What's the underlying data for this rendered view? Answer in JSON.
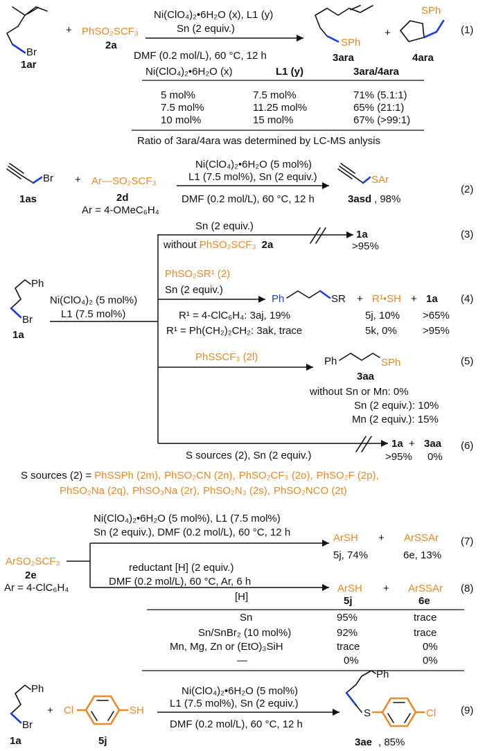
{
  "eq1": {
    "reactant1": "1ar",
    "reagent": "PhSO₂SCF₃",
    "reagent_label": "2a",
    "cond1": "Ni(ClO₄)₂•6H₂O (x), L1 (y)",
    "cond2": "Sn (2 equiv.)",
    "cond3": "DMF (0.2 mol/L), 60 °C, 12 h",
    "product1": "3ara",
    "product2": "4ara",
    "product1_group": "SPh",
    "product2_group": "SPh",
    "number": "(1)",
    "table": {
      "headers": [
        "Ni(ClO₄)₂•6H₂O (x)",
        "L1 (y)",
        "3ara/4ara"
      ],
      "rows": [
        [
          "5 mol%",
          "7.5 mol%",
          "71% (5.1:1)"
        ],
        [
          "7.5 mol%",
          "11.25 mol%",
          "65% (21:1)"
        ],
        [
          "10 mol%",
          "15 mol%",
          "67% (>99:1)"
        ]
      ],
      "footnote": "Ratio of 3ara/4ara was determined by LC-MS anlysis"
    }
  },
  "eq2": {
    "reactant1": "1as",
    "reagent": "Ar—SO₂SCF₃",
    "reagent_label": "2d",
    "reagent_ar": "Ar = 4-OMeC₆H₄",
    "cond1": "Ni(ClO₄)₂•6H₂O (5 mol%)",
    "cond2": "L1 (7.5 mol%), Sn (2 equiv.)",
    "cond3": "DMF (0.2 mol/L), 60 °C, 12 h",
    "product": "3asd",
    "yield": ", 98%",
    "product_group": "SAr",
    "number": "(2)"
  },
  "branch": {
    "reactant": "1a",
    "cond1": "Ni(ClO₄)₂ (5 mol%)",
    "cond2": "L1 (7.5 mol%)",
    "eq3": {
      "top": "Sn (2 equiv.)",
      "bottom_prefix": "without ",
      "bottom_reagent": "PhSO₂SCF₃",
      "bottom_label": "2a",
      "product": "1a",
      "yield": ">95%",
      "number": "(3)"
    },
    "eq4": {
      "reagent": "PhSO₂SR¹ (2)",
      "cond": "Sn (2 equiv.)",
      "product_group": "SR",
      "plus2": "R¹•SH",
      "plus3": "1a",
      "row1": [
        "R¹ = 4-ClC₆H₄: 3aj, 19%",
        "5j, 10%",
        ">65%"
      ],
      "row2": [
        "R¹ = Ph(CH₂)₂CH₂: 3ak, trace",
        "5k, 0%",
        ">95%"
      ],
      "number": "(4)"
    },
    "eq5": {
      "reagent": "PhSSCF₃ (2l)",
      "product": "3aa",
      "product_group": "SPh",
      "rows": [
        "without Sn or Mn:  0%",
        "Sn (2 equiv.): 10%",
        "Mn (2 equiv.): 15%"
      ],
      "number": "(5)"
    },
    "eq6": {
      "cond": "S sources (2), Sn (2 equiv.)",
      "product1": "1a",
      "product2": "3aa",
      "yield1": ">95%",
      "yield2": "0%",
      "number": "(6)"
    }
  },
  "ssources": {
    "prefix": "S sources (2) = ",
    "items": [
      "PhSSPh (2m),",
      "PhSO₂CN (2n),",
      "PhSO₂CF₃ (2o),",
      "PhSO₂F (2p),",
      "PhSO₂Na (2q),",
      "PhSO₃Na (2r),",
      "PhSO₂N₃ (2s),",
      "PhSO₂NCO (2t)"
    ]
  },
  "eq78": {
    "reagent": "ArSO₂SCF₃",
    "reagent_label": "2e",
    "reagent_ar": "Ar = 4-ClC₆H₄",
    "eq7": {
      "cond1": "Ni(ClO₄)₂•6H₂O (5 mol%), L1 (7.5 mol%)",
      "cond2": "Sn (2 equiv.), DMF (0.2 mol/L), 60 °C, 12 h",
      "p1": "ArSH",
      "p2": "ArSSAr",
      "y1": "5j, 74%",
      "y2": "6e, 13%",
      "number": "(7)"
    },
    "eq8": {
      "cond1": "reductant [H] (2 equiv.)",
      "cond2": "DMF (0.2 mol/L), 60 °C, Ar, 6 h",
      "p1": "ArSH",
      "p2": "ArSSAr",
      "l1": "5j",
      "l2": "6e",
      "number": "(8)",
      "table": {
        "header": "[H]",
        "rows": [
          [
            "Sn",
            "95%",
            "trace"
          ],
          [
            "Sn/SnBr₂ (10 mol%)",
            "92%",
            "trace"
          ],
          [
            "Mn, Mg, Zn or (EtO)₃SiH",
            "trace",
            "0%"
          ],
          [
            "—",
            "0%",
            "0%"
          ]
        ]
      }
    }
  },
  "eq9": {
    "reactant1": "1a",
    "reactant2": "5j",
    "cond1": "Ni(ClO₄)₂•6H₂O (5 mol%)",
    "cond2": "L1 (7.5 mol%), Sn (2 equiv.)",
    "cond3": "DMF (0.2 mol/L), 60 °C, 12 h",
    "product": "3ae",
    "yield": ", 85%",
    "number": "(9)"
  },
  "atoms": {
    "br": "Br",
    "ph": "Ph",
    "cl": "Cl",
    "sh": "SH",
    "s": "S",
    "plus": "+"
  }
}
